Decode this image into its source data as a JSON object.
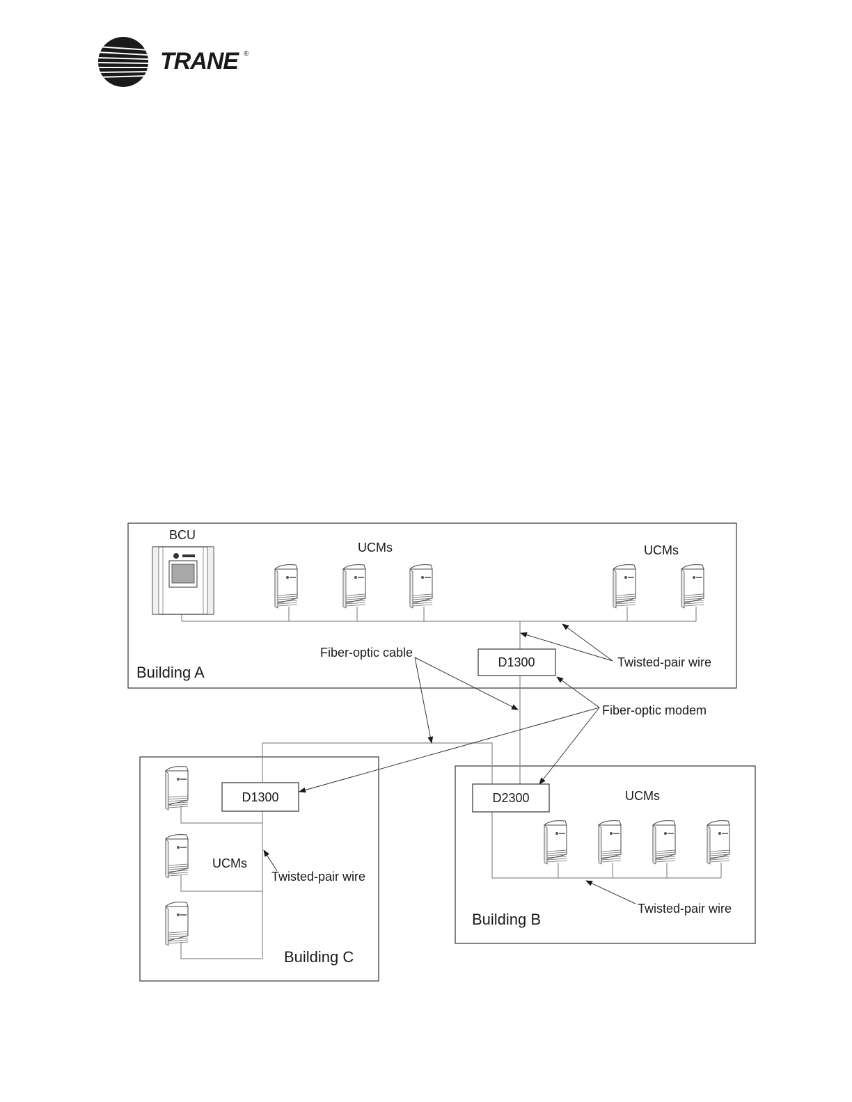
{
  "brand": {
    "name": "TRANE",
    "registered": "®",
    "color": "#1a1a1a"
  },
  "diagram": {
    "buildings": {
      "a": "Building A",
      "b": "Building B",
      "c": "Building C"
    },
    "devices": {
      "bcu": "BCU",
      "d1300_a": "D1300",
      "d1300_c": "D1300",
      "d2300_b": "D2300"
    },
    "labels": {
      "ucms_a_left": "UCMs",
      "ucms_a_right": "UCMs",
      "ucms_b": "UCMs",
      "ucms_c": "UCMs",
      "fiber_optic_cable": "Fiber-optic cable",
      "fiber_optic_modem": "Fiber-optic modem",
      "twisted_pair_a": "Twisted-pair wire",
      "twisted_pair_b": "Twisted-pair wire",
      "twisted_pair_c": "Twisted-pair wire"
    }
  }
}
